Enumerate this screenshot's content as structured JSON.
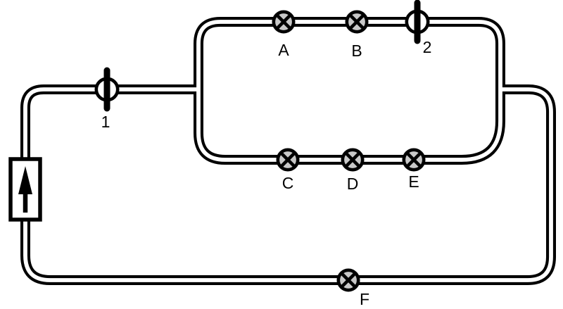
{
  "colors": {
    "background": "#ffffff",
    "line": "#000000",
    "wire_gap": "#ffffff",
    "lamp_fill": "#c8c8c8"
  },
  "components": {
    "source": {
      "name": "power-source",
      "symbol": "rectangle-with-up-arrow"
    },
    "switches": [
      {
        "label": "1"
      },
      {
        "label": "2"
      }
    ],
    "lamps": [
      {
        "label": "A"
      },
      {
        "label": "B"
      },
      {
        "label": "C"
      },
      {
        "label": "D"
      },
      {
        "label": "E"
      },
      {
        "label": "F"
      }
    ]
  },
  "topology": {
    "feed_line": [
      "power-source",
      "switch 1"
    ],
    "parallel_branch_top": [
      "lamp A",
      "lamp B",
      "switch 2"
    ],
    "parallel_branch_middle": [
      "lamp C",
      "lamp D",
      "lamp E"
    ],
    "return_line": [
      "lamp F"
    ]
  }
}
